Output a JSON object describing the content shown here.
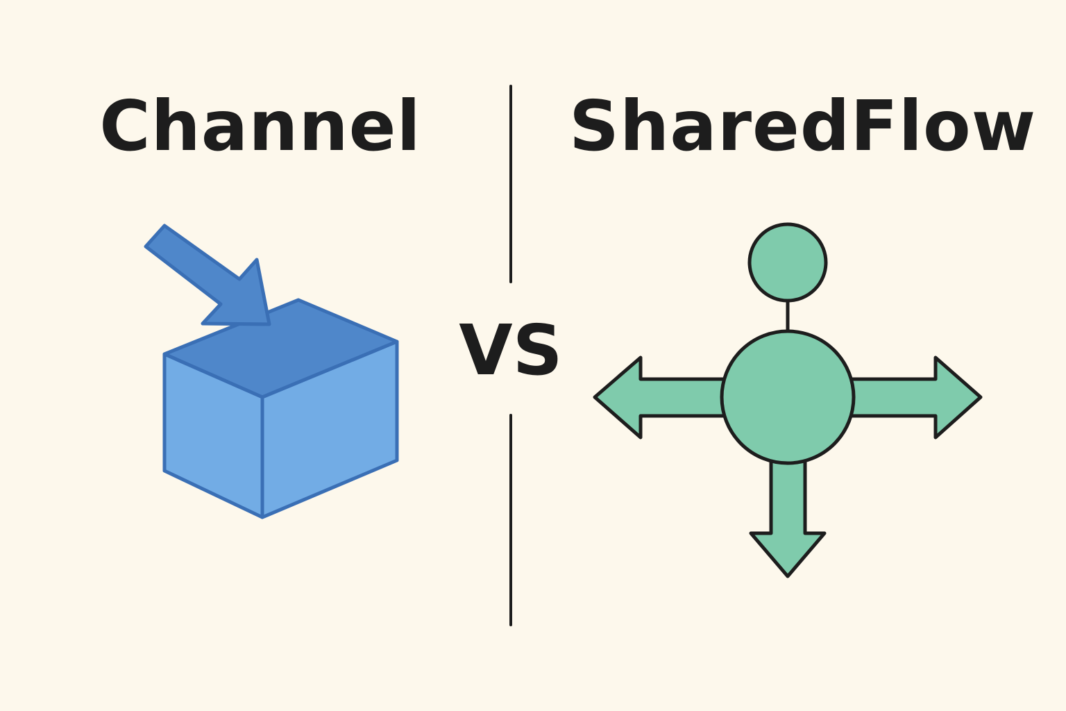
{
  "left": {
    "title": "Channel",
    "icon": "box-with-incoming-arrow-icon",
    "colors": {
      "face_front": "#72ace5",
      "face_top": "#4f87ca",
      "stroke": "#3a6fb5",
      "arrow": "#4f87ca"
    }
  },
  "center": {
    "label": "VS"
  },
  "right": {
    "title": "SharedFlow",
    "icon": "broadcast-hub-arrows-icon",
    "colors": {
      "fill": "#7fcbac",
      "stroke": "#1d1d1d"
    }
  },
  "colors": {
    "background": "#fdf8ec",
    "text": "#1d1d1d"
  }
}
